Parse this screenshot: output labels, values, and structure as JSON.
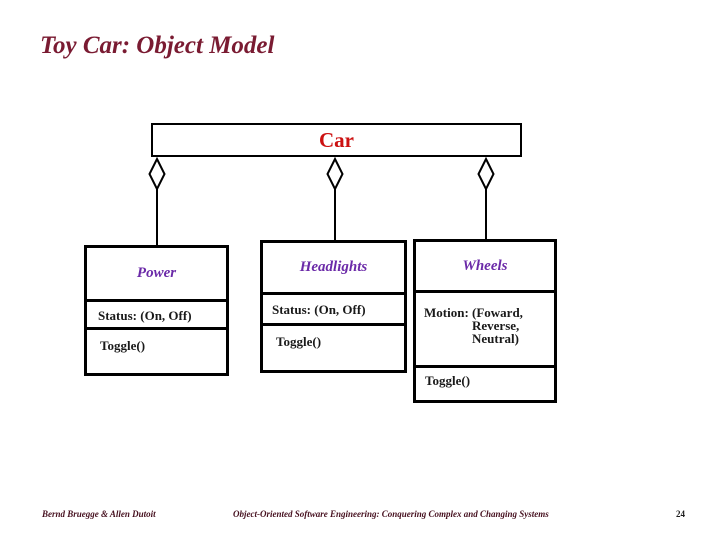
{
  "colors": {
    "title_text": "#7A1B32",
    "car_name_text": "#CC1111",
    "class_name_text": "#6B2AA8",
    "body_text": "#1A1A1A",
    "footer_text": "#46101F",
    "box_border": "#000000",
    "background": "#FFFFFF"
  },
  "slide": {
    "title": "Toy Car: Object Model",
    "footer": {
      "authors": "Bernd Bruegge & Allen Dutoit",
      "book_title": "Object-Oriented Software Engineering: Conquering Complex and Changing Systems",
      "page_number": "24"
    }
  },
  "diagram": {
    "type": "uml-class-diagram",
    "relationship": "aggregation (hollow diamond)",
    "root_class": {
      "name": "Car"
    },
    "classes": [
      {
        "name": "Power",
        "attribute": "Status: (On, Off)",
        "method": "Toggle()"
      },
      {
        "name": "Headlights",
        "attribute": "Status: (On, Off)",
        "method": "Toggle()"
      },
      {
        "name": "Wheels",
        "attribute_lines": [
          "Motion: (Foward,",
          "Reverse,",
          "Neutral)"
        ],
        "method": "Toggle()"
      }
    ]
  }
}
